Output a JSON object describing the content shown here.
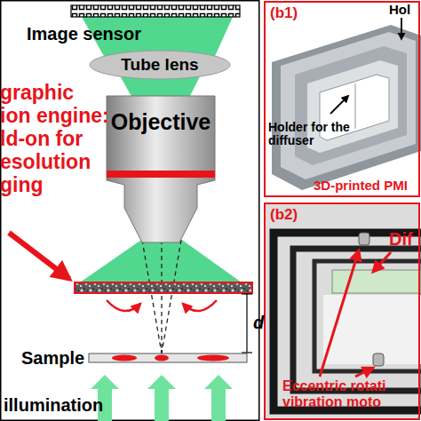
{
  "diagram": {
    "nodes": [
      {
        "text": [
          "Image sensor"
        ]
      },
      {
        "text": [
          "Tube lens"
        ]
      },
      {
        "text": [
          "Objective"
        ]
      },
      {
        "text": [
          "Sample"
        ]
      },
      {
        "text": [
          "(b1)",
          "3D-printed PMI"
        ]
      },
      {
        "text": [
          "(b2)"
        ]
      }
    ],
    "labels": [
      "graphic",
      "ion engine:",
      "ld-on for",
      "esolution",
      "ging",
      "d",
      "illumination",
      "Hol",
      "Holder for the diffuser",
      "Dif",
      "Eccentric rotati vibration moto"
    ]
  }
}
